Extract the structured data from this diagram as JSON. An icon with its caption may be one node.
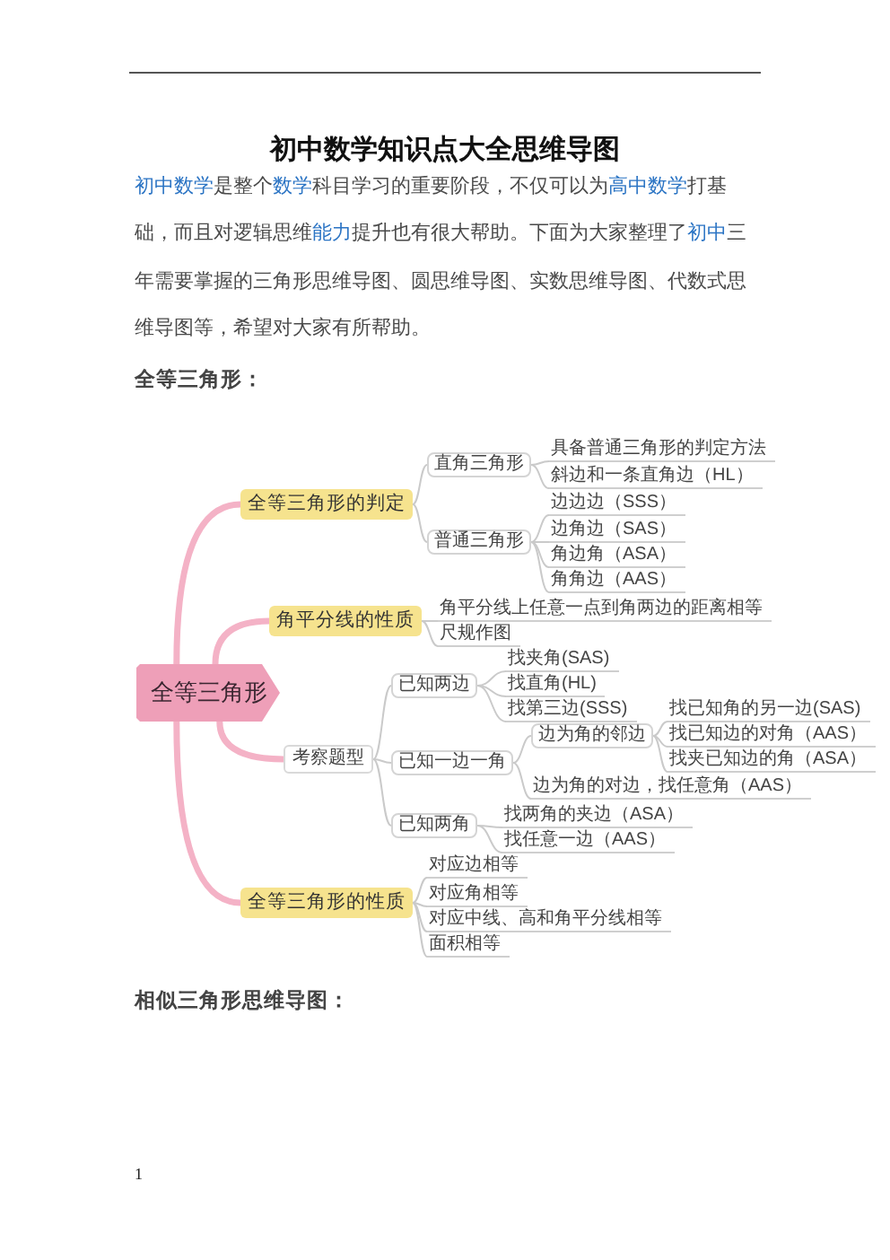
{
  "diagram": {
    "title": "初中数学知识点大全思维导图",
    "nodes": [
      {
        "text": [
          "全等三角形"
        ]
      },
      {
        "text": [
          "全等三角形的判定"
        ]
      },
      {
        "text": [
          "直角三角形"
        ]
      },
      {
        "text": [
          "具备普通三角形的判定方法"
        ]
      },
      {
        "text": [
          "斜边和一条直角边（HL）"
        ]
      },
      {
        "text": [
          "普通三角形"
        ]
      },
      {
        "text": [
          "边边边（SSS）"
        ]
      },
      {
        "text": [
          "边角边（SAS）"
        ]
      },
      {
        "text": [
          "角边角（ASA）"
        ]
      },
      {
        "text": [
          "角角边（AAS）"
        ]
      },
      {
        "text": [
          "角平分线的性质"
        ]
      },
      {
        "text": [
          "角平分线上任意一点到角两边的距离相等"
        ]
      },
      {
        "text": [
          "尺规作图"
        ]
      },
      {
        "text": [
          "考察题型"
        ]
      },
      {
        "text": [
          "已知两边"
        ]
      },
      {
        "text": [
          "找夹角(SAS)"
        ]
      },
      {
        "text": [
          "找直角(HL)"
        ]
      },
      {
        "text": [
          "找第三边(SSS)"
        ]
      },
      {
        "text": [
          "已知一边一角"
        ]
      },
      {
        "text": [
          "边为角的邻边"
        ]
      },
      {
        "text": [
          "找已知角的另一边(SAS)"
        ]
      },
      {
        "text": [
          "找已知边的对角（AAS）"
        ]
      },
      {
        "text": [
          "找夹已知边的角（ASA）"
        ]
      },
      {
        "text": [
          "边为角的对边，找任意角（AAS）"
        ]
      },
      {
        "text": [
          "已知两角"
        ]
      },
      {
        "text": [
          "找两角的夹边（ASA）"
        ]
      },
      {
        "text": [
          "找任意一边（AAS）"
        ]
      },
      {
        "text": [
          "全等三角形的性质"
        ]
      },
      {
        "text": [
          "对应边相等"
        ]
      },
      {
        "text": [
          "对应角相等"
        ]
      },
      {
        "text": [
          "对应中线、高和角平分线相等"
        ]
      },
      {
        "text": [
          "面积相等"
        ]
      }
    ],
    "edges": [
      {
        "from": 0,
        "to": 1,
        "arrow": "none",
        "style": "thick",
        "color": "#f4b2c6"
      },
      {
        "from": 0,
        "to": 10,
        "arrow": "none",
        "style": "thick",
        "color": "#f4b2c6"
      },
      {
        "from": 0,
        "to": 13,
        "arrow": "none",
        "style": "thick",
        "color": "#f4b2c6"
      },
      {
        "from": 0,
        "to": 27,
        "arrow": "none",
        "style": "thick",
        "color": "#f4b2c6"
      },
      {
        "from": 1,
        "to": 2,
        "arrow": "none"
      },
      {
        "from": 1,
        "to": 5,
        "arrow": "none"
      },
      {
        "from": 2,
        "to": 3,
        "arrow": "none"
      },
      {
        "from": 2,
        "to": 4,
        "arrow": "none"
      },
      {
        "from": 5,
        "to": 6,
        "arrow": "none"
      },
      {
        "from": 5,
        "to": 7,
        "arrow": "none"
      },
      {
        "from": 5,
        "to": 8,
        "arrow": "none"
      },
      {
        "from": 5,
        "to": 9,
        "arrow": "none"
      },
      {
        "from": 10,
        "to": 11,
        "arrow": "none"
      },
      {
        "from": 10,
        "to": 12,
        "arrow": "none"
      },
      {
        "from": 13,
        "to": 14,
        "arrow": "none"
      },
      {
        "from": 13,
        "to": 18,
        "arrow": "none"
      },
      {
        "from": 13,
        "to": 24,
        "arrow": "none"
      },
      {
        "from": 14,
        "to": 15,
        "arrow": "none"
      },
      {
        "from": 14,
        "to": 16,
        "arrow": "none"
      },
      {
        "from": 14,
        "to": 17,
        "arrow": "none"
      },
      {
        "from": 18,
        "to": 19,
        "arrow": "none"
      },
      {
        "from": 18,
        "to": 23,
        "arrow": "none"
      },
      {
        "from": 19,
        "to": 20,
        "arrow": "none"
      },
      {
        "from": 19,
        "to": 21,
        "arrow": "none"
      },
      {
        "from": 19,
        "to": 22,
        "arrow": "none"
      },
      {
        "from": 24,
        "to": 25,
        "arrow": "none"
      },
      {
        "from": 24,
        "to": 26,
        "arrow": "none"
      },
      {
        "from": 27,
        "to": 28,
        "arrow": "none"
      },
      {
        "from": 27,
        "to": 29,
        "arrow": "none"
      },
      {
        "from": 27,
        "to": 30,
        "arrow": "none"
      },
      {
        "from": 27,
        "to": 31,
        "arrow": "none"
      }
    ],
    "labels": [
      "初中数学",
      "是整个",
      "数学",
      "科目学习的重要阶段，不仅可以为",
      "高中数学",
      "打基础，而且对逻辑思维",
      "能力",
      "提升也有很大帮助。下面为大家整理了",
      "初中",
      "三年需要掌握的三角形思维导图、圆思维导图、实数思维导图、代数式思维导图等，希望对大家有所帮助。",
      "全等三角形：",
      "相似三角形思维导图：",
      "1"
    ]
  }
}
